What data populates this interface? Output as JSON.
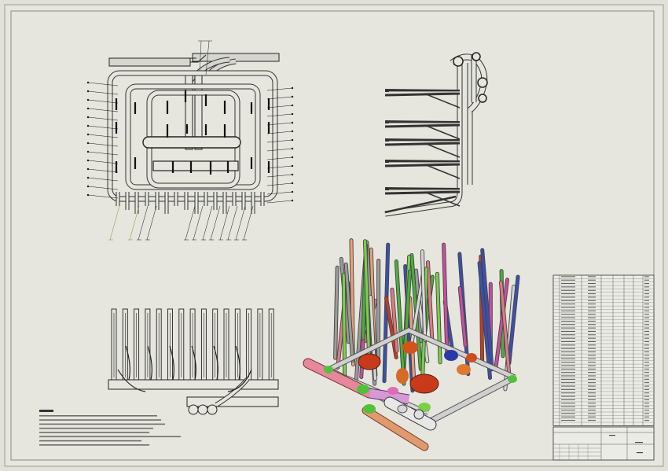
{
  "sheet": {
    "background": "#e1e1da",
    "paper": "#e6e6df",
    "border_color": "#a0a0a0",
    "line_color": "#222222"
  },
  "views": {
    "top_view": {
      "balloon_count_left": 14,
      "balloon_count_right": 14,
      "balloon_count_bottom": 12
    },
    "side_view": {
      "tube_rows": 5
    },
    "front_view": {
      "upright_count": 15
    },
    "isometric_view": {
      "colors": [
        "#9c9c9c",
        "#e07a86",
        "#c93a1c",
        "#4caf3a",
        "#3b4fb0",
        "#d8d8d8",
        "#e8a07a",
        "#c94ea0",
        "#7bd04a"
      ]
    }
  },
  "bom": {
    "row_count": 44
  },
  "title_block": {},
  "notes": {
    "line_count": 8
  }
}
